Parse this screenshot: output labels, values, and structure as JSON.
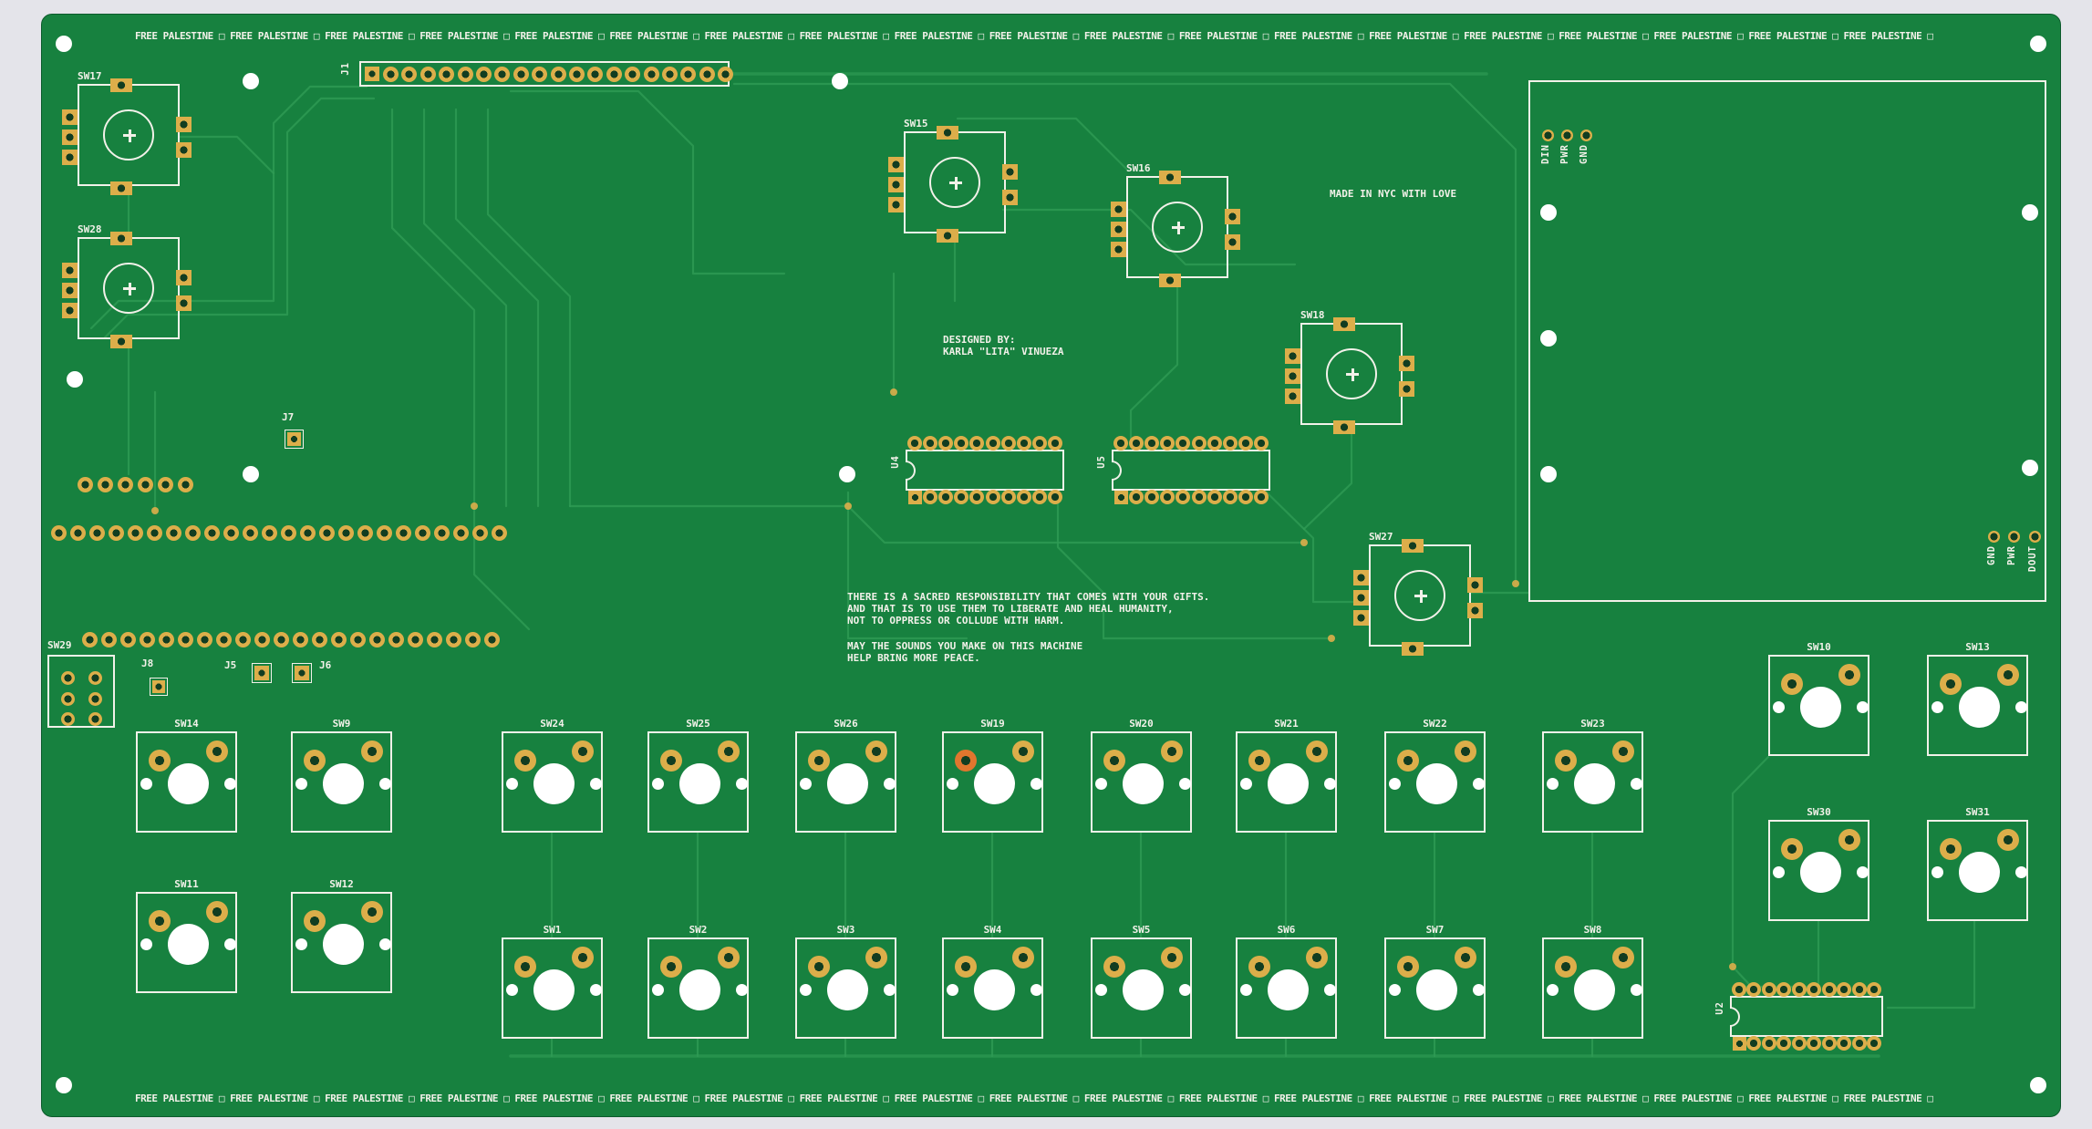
{
  "colors": {
    "background": "#e4e4ea",
    "board": "#17813f",
    "board_edge": "#0c5a2c",
    "trace": "#2f9b55",
    "silkscreen": "#f2f1e9",
    "pad_gold": "#dcae4a",
    "pad_hole": "#123d21",
    "hole_white": "#ffffff",
    "highlight_pad": "#e0762e"
  },
  "silkscreen_strip": {
    "text": "FREE PALESTINE",
    "separator": "□",
    "top_repeat": 19,
    "bottom_repeat": 19
  },
  "notes": {
    "made_in": "MADE IN NYC WITH LOVE",
    "designed_by": [
      "DESIGNED BY:",
      "KARLA \"LITA\" VINUEZA"
    ],
    "quote": [
      "THERE IS A SACRED RESPONSIBILITY THAT COMES WITH YOUR GIFTS.",
      "AND THAT IS TO USE THEM TO LIBERATE AND HEAL HUMANITY,",
      "NOT TO OPPRESS OR COLLUDE WITH HARM."
    ],
    "blessing": [
      "MAY THE SOUNDS YOU MAKE ON THIS MACHINE",
      "HELP BRING MORE PEACE."
    ]
  },
  "module": {
    "left_pins": [
      "DIN",
      "PWR",
      "GND"
    ],
    "right_pins": [
      "GND",
      "PWR",
      "DOUT"
    ]
  },
  "components": {
    "keyswitches": [
      "SW14",
      "SW9",
      "SW24",
      "SW25",
      "SW26",
      "SW19",
      "SW20",
      "SW21",
      "SW22",
      "SW23",
      "SW11",
      "SW12",
      "SW1",
      "SW2",
      "SW3",
      "SW4",
      "SW5",
      "SW6",
      "SW7",
      "SW8",
      "SW10",
      "SW13",
      "SW30",
      "SW31"
    ],
    "encoders": [
      "SW17",
      "SW28",
      "SW15",
      "SW16",
      "SW18",
      "SW27"
    ],
    "header_switch": "SW29",
    "connectors": [
      "J1",
      "J5",
      "J6",
      "J7",
      "J8"
    ],
    "ics": [
      "U4",
      "U5",
      "U2"
    ]
  },
  "highlighted_pad_switch": "SW19"
}
